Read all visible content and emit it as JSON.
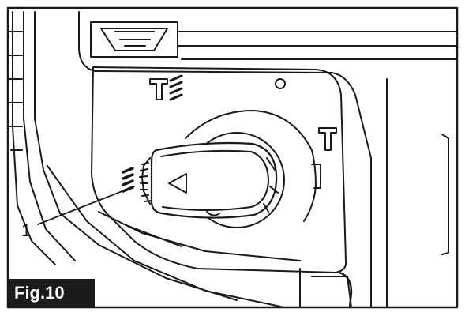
{
  "figure": {
    "label": "Fig.10",
    "callouts": [
      {
        "number": "1"
      }
    ],
    "icons": [
      "hammer-drill-symbol",
      "hammer-symbol",
      "rotation-symbol",
      "arrow-triangle-icon"
    ],
    "colors": {
      "line": "#1a1a1a",
      "background": "#ffffff",
      "label_bg": "#1b1b1b",
      "label_text": "#ffffff"
    }
  }
}
